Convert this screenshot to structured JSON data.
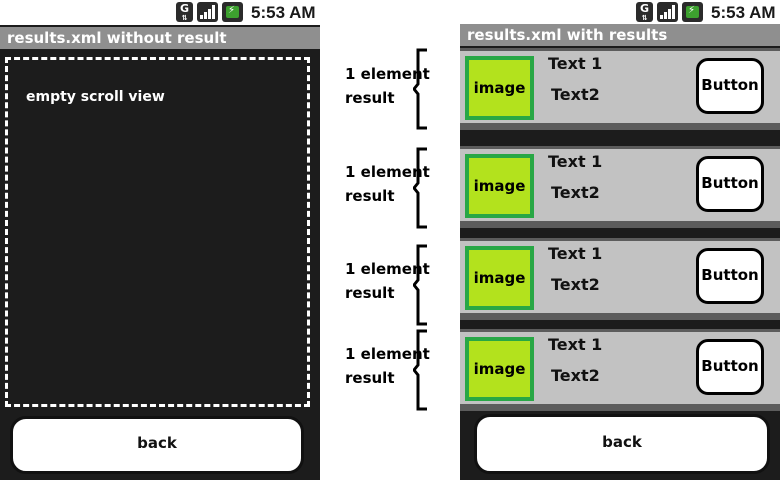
{
  "status_bar": {
    "time": "5:53 AM",
    "network_glyph": "G"
  },
  "left_screen": {
    "title": "results.xml without result",
    "empty_label": "empty scroll view",
    "back_label": "back"
  },
  "right_screen": {
    "title": "results.xml with results",
    "rows": [
      {
        "image_label": "image",
        "text1": "Text 1",
        "text2": "Text2",
        "button_label": "Button"
      },
      {
        "image_label": "image",
        "text1": "Text 1",
        "text2": "Text2",
        "button_label": "Button"
      },
      {
        "image_label": "image",
        "text1": "Text 1",
        "text2": "Text2",
        "button_label": "Button"
      },
      {
        "image_label": "image",
        "text1": "Text 1",
        "text2": "Text2",
        "button_label": "Button"
      }
    ],
    "back_label": "back"
  },
  "annotations": [
    {
      "line1": "1 element",
      "line2": "result"
    },
    {
      "line1": "1 element",
      "line2": "result"
    },
    {
      "line1": "1 element",
      "line2": "result"
    },
    {
      "line1": "1 element",
      "line2": "result"
    }
  ],
  "colors": {
    "image_fill": "#b3e21d",
    "image_border": "#28a745",
    "row_bg": "#c2c2c2",
    "titlebar_bg": "#8f8f8f",
    "screen_bg": "#1c1c1c"
  }
}
